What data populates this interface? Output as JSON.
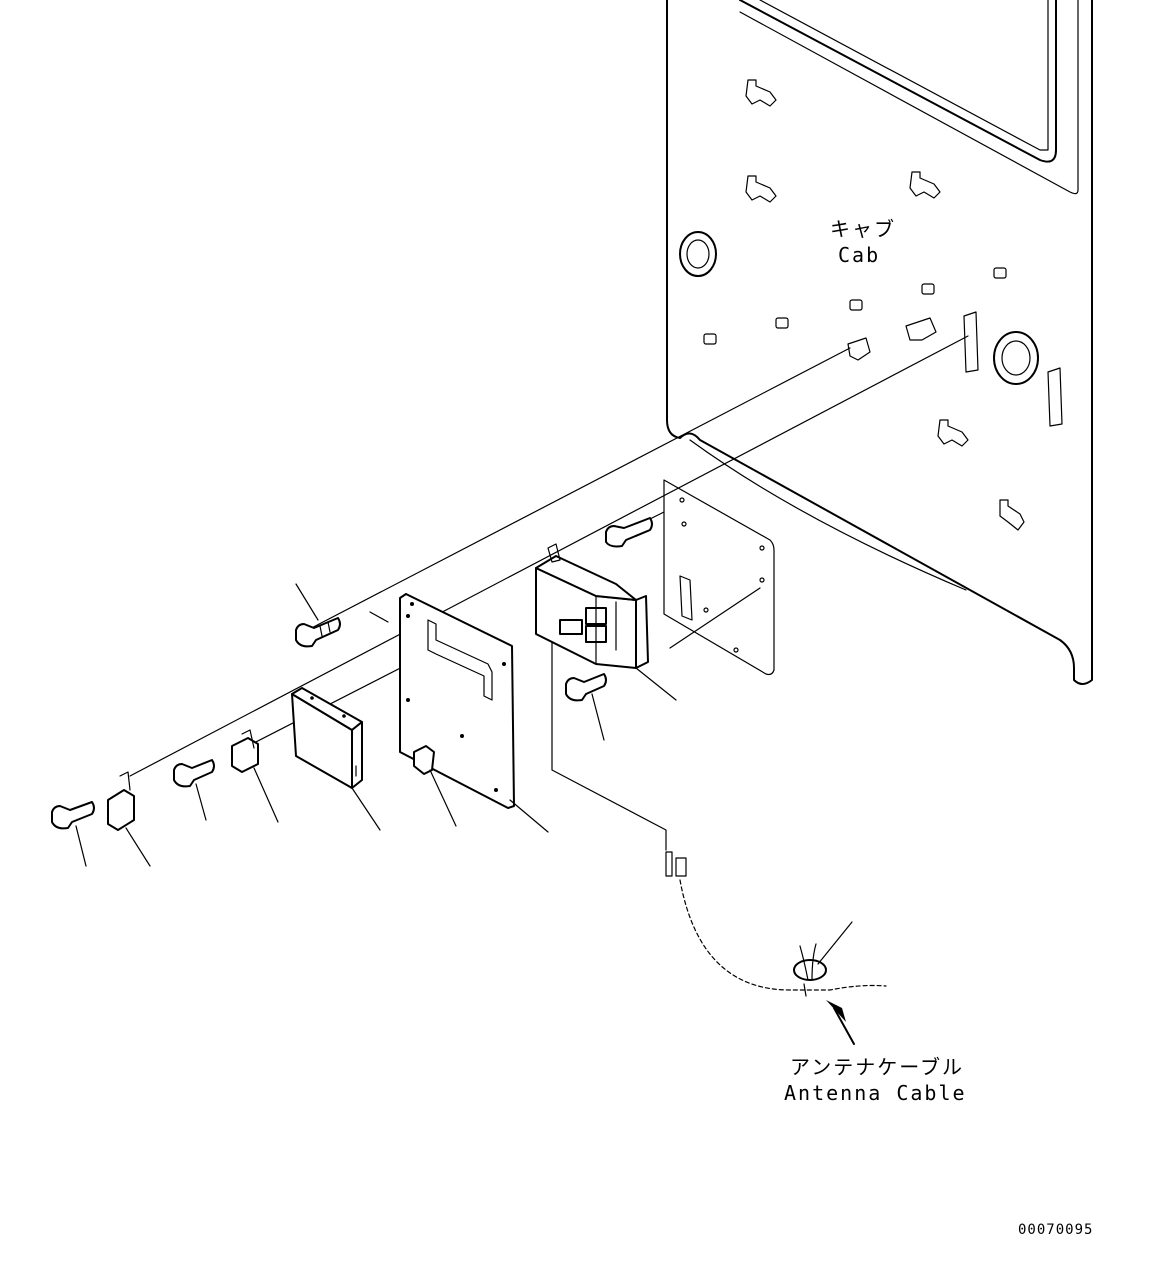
{
  "labels": {
    "cab_jp": "キャブ",
    "cab_en": "Cab",
    "antenna_jp": "アンテナケーブル",
    "antenna_en": "Antenna Cable",
    "drawing_number": "00070095"
  }
}
